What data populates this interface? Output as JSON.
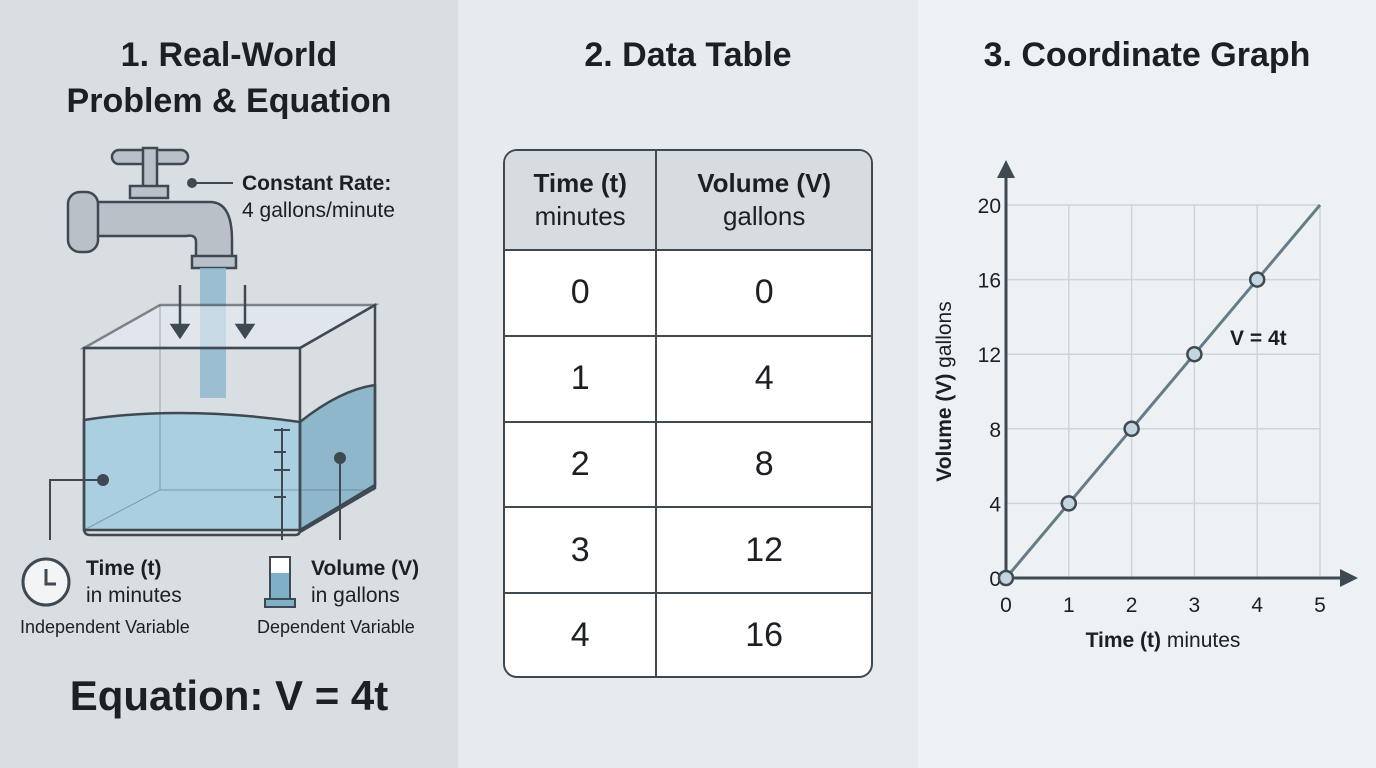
{
  "panel1": {
    "title_line1": "1. Real-World",
    "title_line2": "Problem & Equation",
    "rate_label": "Constant Rate:",
    "rate_value": "4 gallons/minute",
    "time_label": "Time (t)",
    "time_unit": "in minutes",
    "time_role": "Independent Variable",
    "volume_label": "Volume (V)",
    "volume_unit": "in gallons",
    "volume_role": "Dependent Variable",
    "equation": "Equation: V = 4t"
  },
  "panel2": {
    "title": "2. Data Table",
    "headers": [
      {
        "label": "Time (t)",
        "unit": "minutes"
      },
      {
        "label": "Volume (V)",
        "unit": "gallons"
      }
    ],
    "rows": [
      [
        "0",
        "0"
      ],
      [
        "1",
        "4"
      ],
      [
        "2",
        "8"
      ],
      [
        "3",
        "12"
      ],
      [
        "4",
        "16"
      ]
    ]
  },
  "panel3": {
    "title": "3. Coordinate Graph"
  },
  "chart_data": {
    "type": "line",
    "x": [
      0,
      1,
      2,
      3,
      4
    ],
    "y": [
      0,
      4,
      8,
      12,
      16
    ],
    "line_extends_to": [
      5,
      20
    ],
    "xlim": [
      0,
      5
    ],
    "ylim": [
      0,
      20
    ],
    "xticks": [
      "0",
      "1",
      "2",
      "3",
      "4",
      "5"
    ],
    "yticks": [
      "0",
      "4",
      "8",
      "12",
      "16",
      "20"
    ],
    "xlabel_bold": "Time (t)",
    "xlabel_rest": "minutes",
    "ylabel_bold": "Volume (V)",
    "ylabel_rest": "gallons",
    "annotation": "V = 4t",
    "grid": true,
    "line_color": "#667c88",
    "marker_color": "#c3d6df"
  }
}
